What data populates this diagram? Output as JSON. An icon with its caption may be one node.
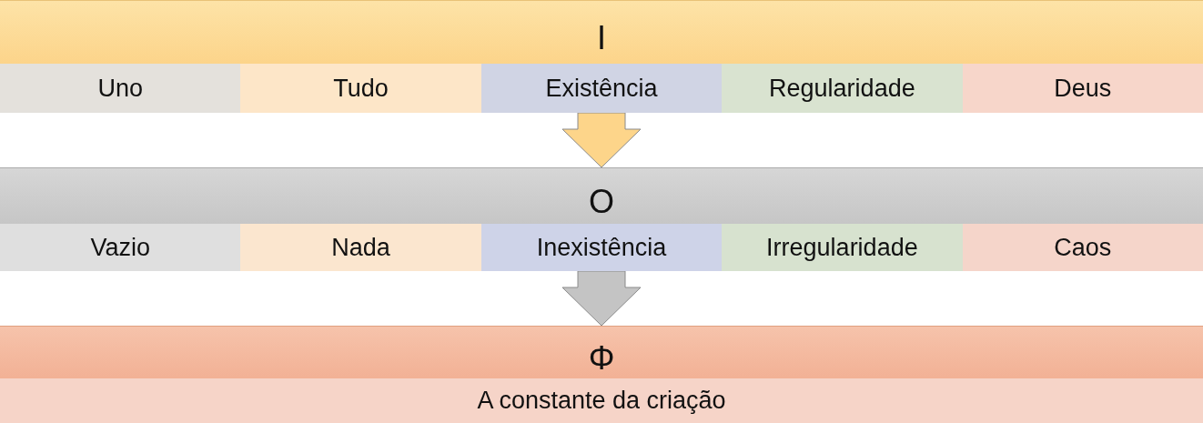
{
  "diagram": {
    "nodes": [
      {
        "text": [
          "I"
        ]
      },
      {
        "text": [
          "Uno"
        ]
      },
      {
        "text": [
          "Tudo"
        ]
      },
      {
        "text": [
          "Existência"
        ]
      },
      {
        "text": [
          "Regularidade"
        ]
      },
      {
        "text": [
          "Deus"
        ]
      },
      {
        "text": [
          "O"
        ]
      },
      {
        "text": [
          "Vazio"
        ]
      },
      {
        "text": [
          "Nada"
        ]
      },
      {
        "text": [
          "Inexistência"
        ]
      },
      {
        "text": [
          "Irregularidade"
        ]
      },
      {
        "text": [
          "Caos"
        ]
      },
      {
        "text": [
          "Φ"
        ]
      },
      {
        "text": [
          "A constante da criação"
        ]
      }
    ],
    "edges": [
      {
        "from": 3,
        "to": 6,
        "arrow": "to",
        "color": "#fdd58a"
      },
      {
        "from": 9,
        "to": 12,
        "arrow": "to",
        "color": "#c4c4c4"
      }
    ]
  }
}
